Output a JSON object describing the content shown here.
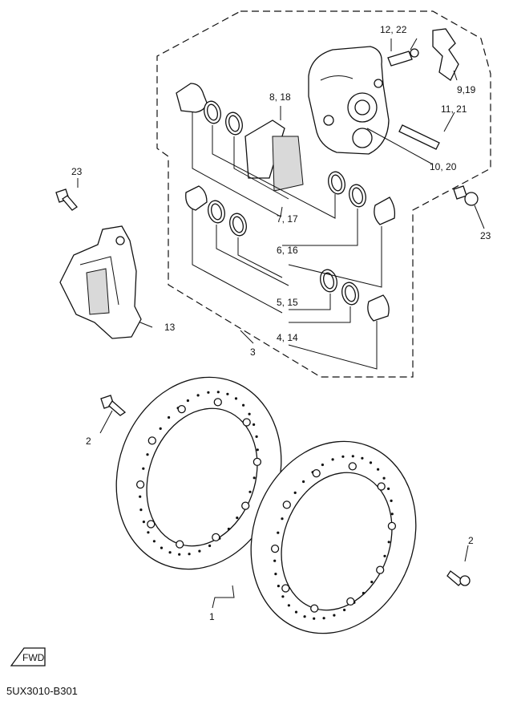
{
  "labels": {
    "l1": "1",
    "l2a": "2",
    "l2b": "2",
    "l3": "3",
    "l4_14": "4, 14",
    "l5_15": "5, 15",
    "l6_16": "6, 16",
    "l7_17": "7, 17",
    "l8_18": "8, 18",
    "l9_19": "9,19",
    "l10_20": "10, 20",
    "l11_21": "11, 21",
    "l12_22": "12, 22",
    "l13": "13",
    "l23a": "23",
    "l23b": "23"
  },
  "fwd_label": "FWD",
  "diagram_code": "5UX3010-B301"
}
